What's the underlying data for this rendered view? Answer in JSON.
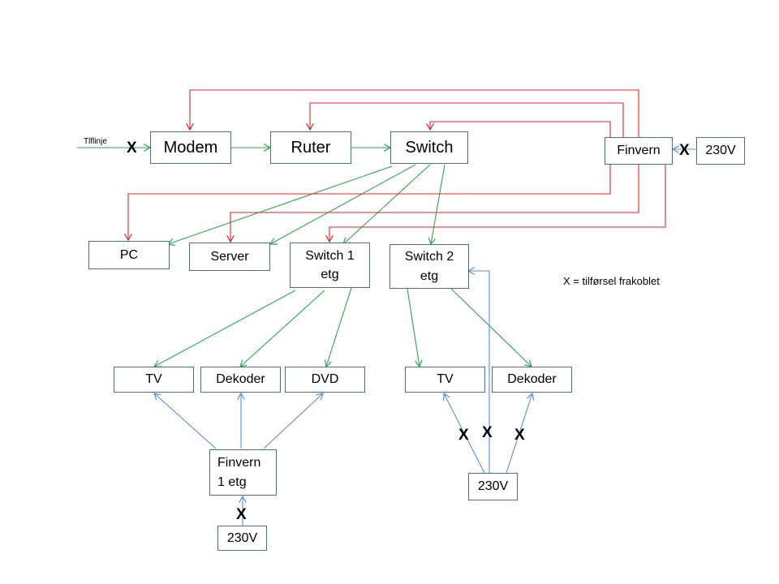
{
  "colors": {
    "power": "#e0242b",
    "network": "#2ca84a",
    "supply": "#5b8fd4",
    "border": "#41719c"
  },
  "labels": {
    "tlflinje": "Tlflinje",
    "legend": "X = tilførsel frakoblet",
    "x_mark": "X"
  },
  "nodes": {
    "modem": "Modem",
    "ruter": "Ruter",
    "switch": "Switch",
    "finvern": "Finvern",
    "v230_top": "230V",
    "pc": "PC",
    "server": "Server",
    "switch1": "Switch 1\netg",
    "switch2": "Switch 2\netg",
    "tv1": "TV",
    "dekoder1": "Dekoder",
    "dvd": "DVD",
    "tv2": "TV",
    "dekoder2": "Dekoder",
    "finvern1": "Finvern\n1 etg",
    "v230_floor1": "230V",
    "v230_floor2": "230V"
  }
}
